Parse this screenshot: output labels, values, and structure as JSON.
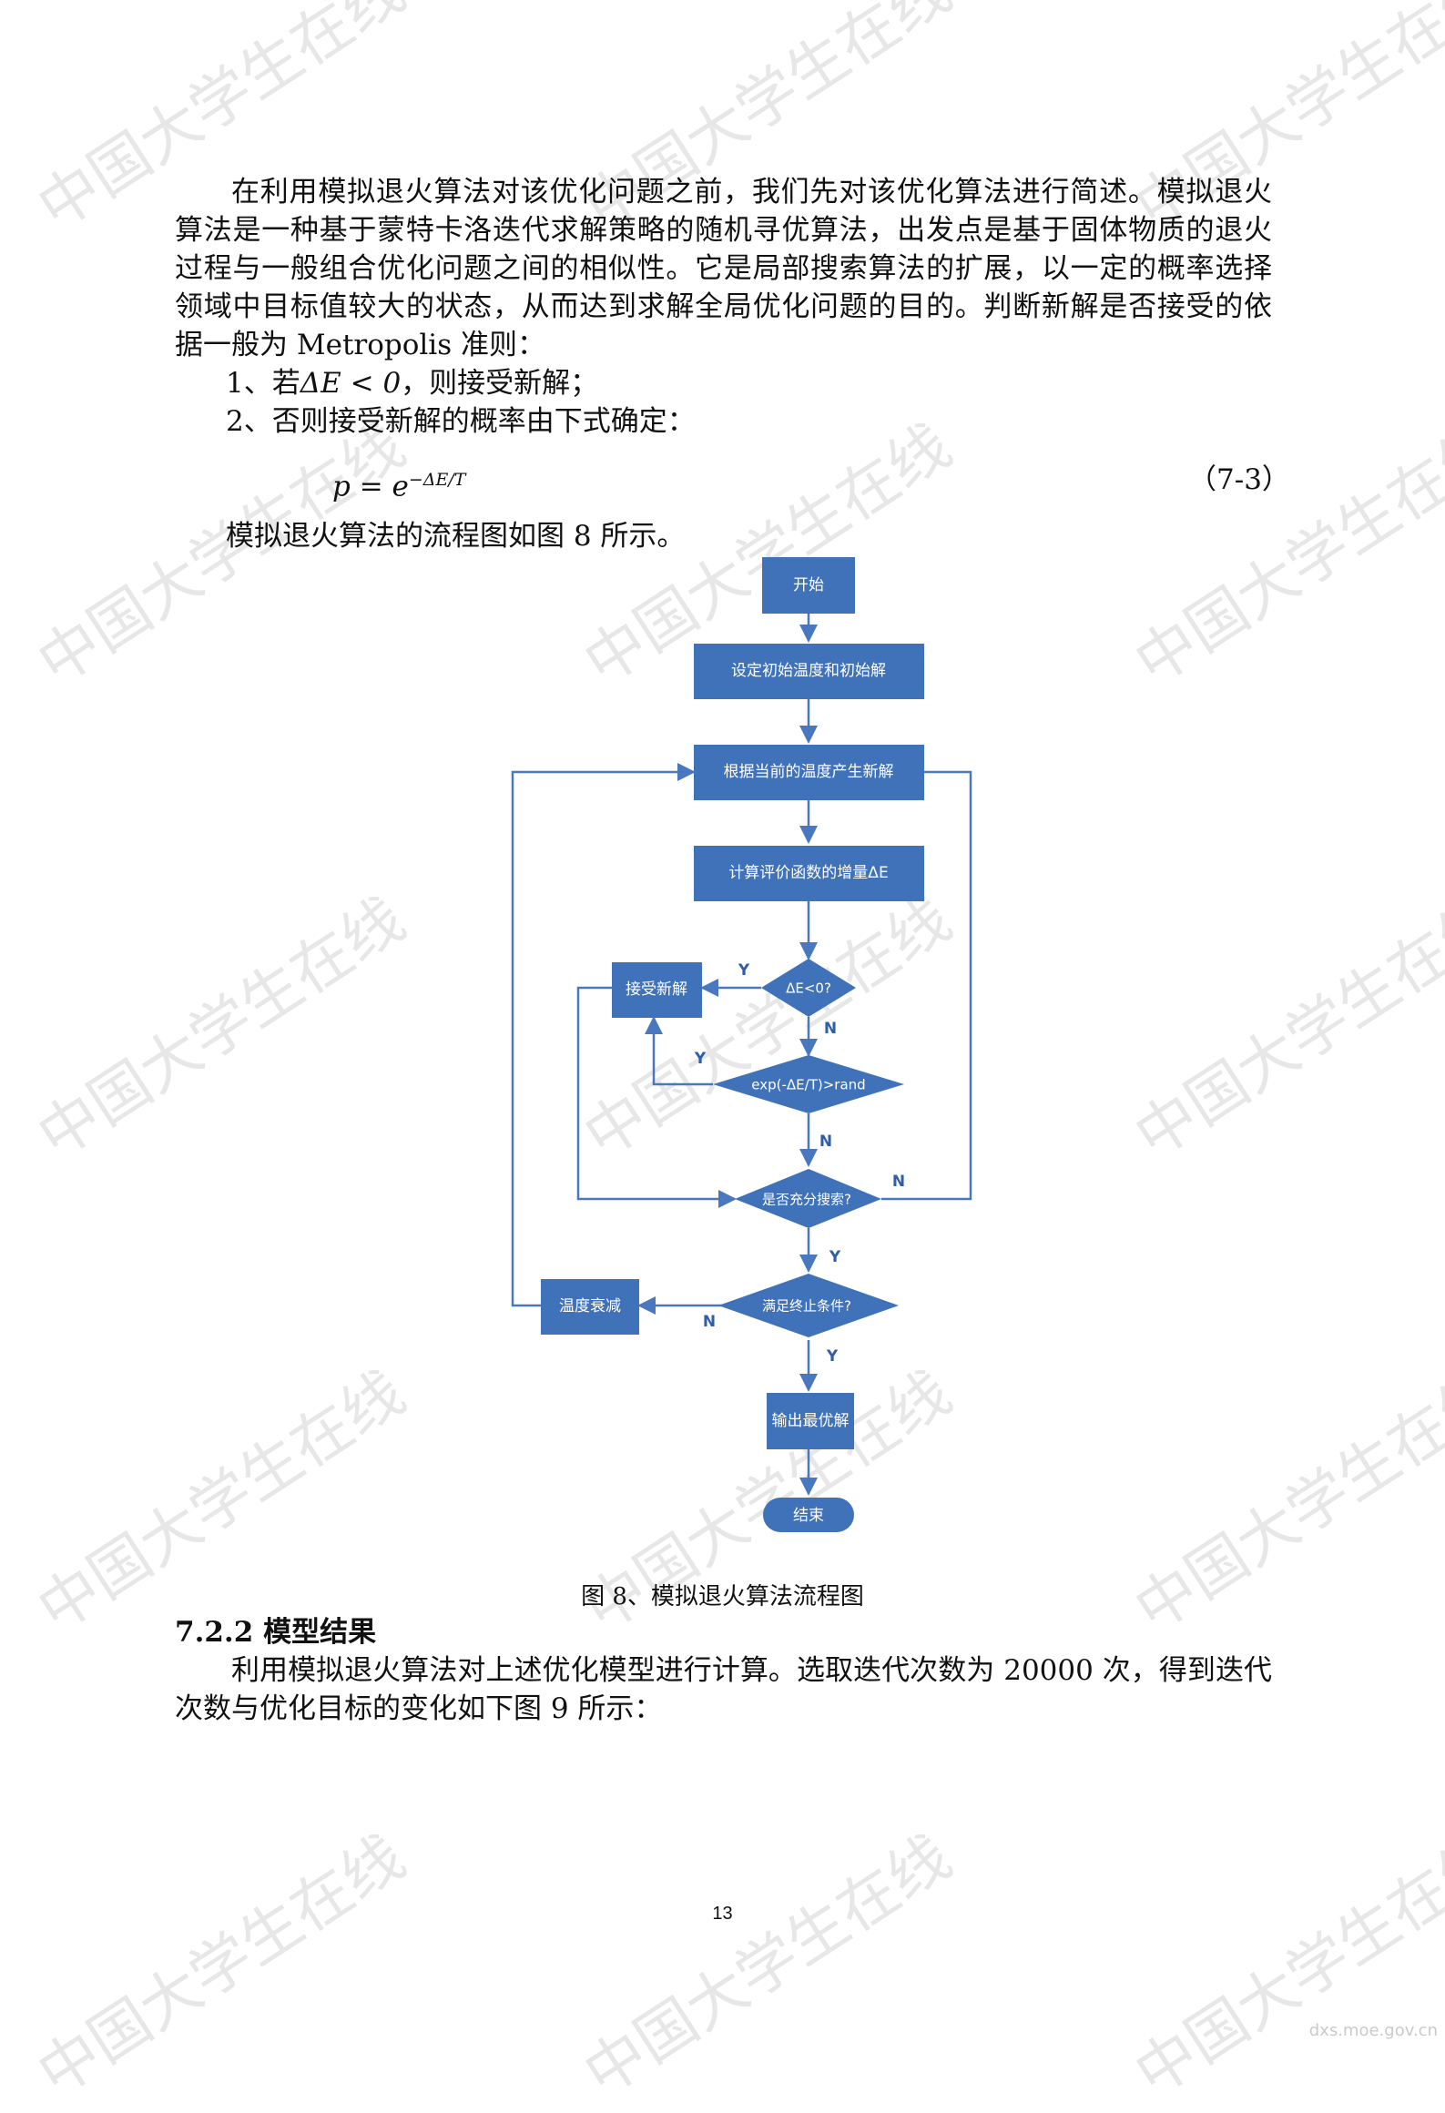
{
  "intro_paragraph": "在利用模拟退火算法对该优化问题之前，我们先对该优化算法进行简述。模拟退火算法是一种基于蒙特卡洛迭代求解策略的随机寻优算法，出发点是基于固体物质的退火过程与一般组合优化问题之间的相似性。它是局部搜索算法的扩展，以一定的概率选择领域中目标值较大的状态，从而达到求解全局优化问题的目的。判断新解是否接受的依据一般为 Metropolis 准则：",
  "rule1": {
    "prefix": "1、若",
    "delta": "ΔE",
    "cond": " < 0",
    "suffix": "，则接受新解；"
  },
  "rule2": "2、否则接受新解的概率由下式确定：",
  "formula": {
    "lhs": "p = e",
    "exp": "−ΔE/T",
    "number": "（7-3）"
  },
  "flow_intro": "模拟退火算法的流程图如图 8 所示。",
  "flowchart": {
    "start": "开始",
    "init": "设定初始温度和初始解",
    "generate": "根据当前的温度产生新解",
    "compute": "计算评价函数的增量ΔE",
    "accept": "接受新解",
    "cond1": "ΔE<0?",
    "cond2": "exp(-ΔE/T)>rand",
    "cond3": "是否充分搜索?",
    "cooling": "温度衰减",
    "cond4": "满足终止条件?",
    "output": "输出最优解",
    "end": "结束",
    "yes": "Y",
    "no": "N"
  },
  "figure_caption": "图 8、模拟退火算法流程图",
  "section_heading": "7.2.2 模型结果",
  "result_paragraph": "利用模拟退火算法对上述优化模型进行计算。选取迭代次数为 20000 次，得到迭代次数与优化目标的变化如下图 9 所示：",
  "page_number": "13",
  "watermark": "中国大学生在线",
  "corner_text": "dxs.moe.gov.cn",
  "colors": {
    "flow_fill": "#3f72b8",
    "flow_line": "#4a78bf",
    "flow_label": "#2f5da8"
  }
}
